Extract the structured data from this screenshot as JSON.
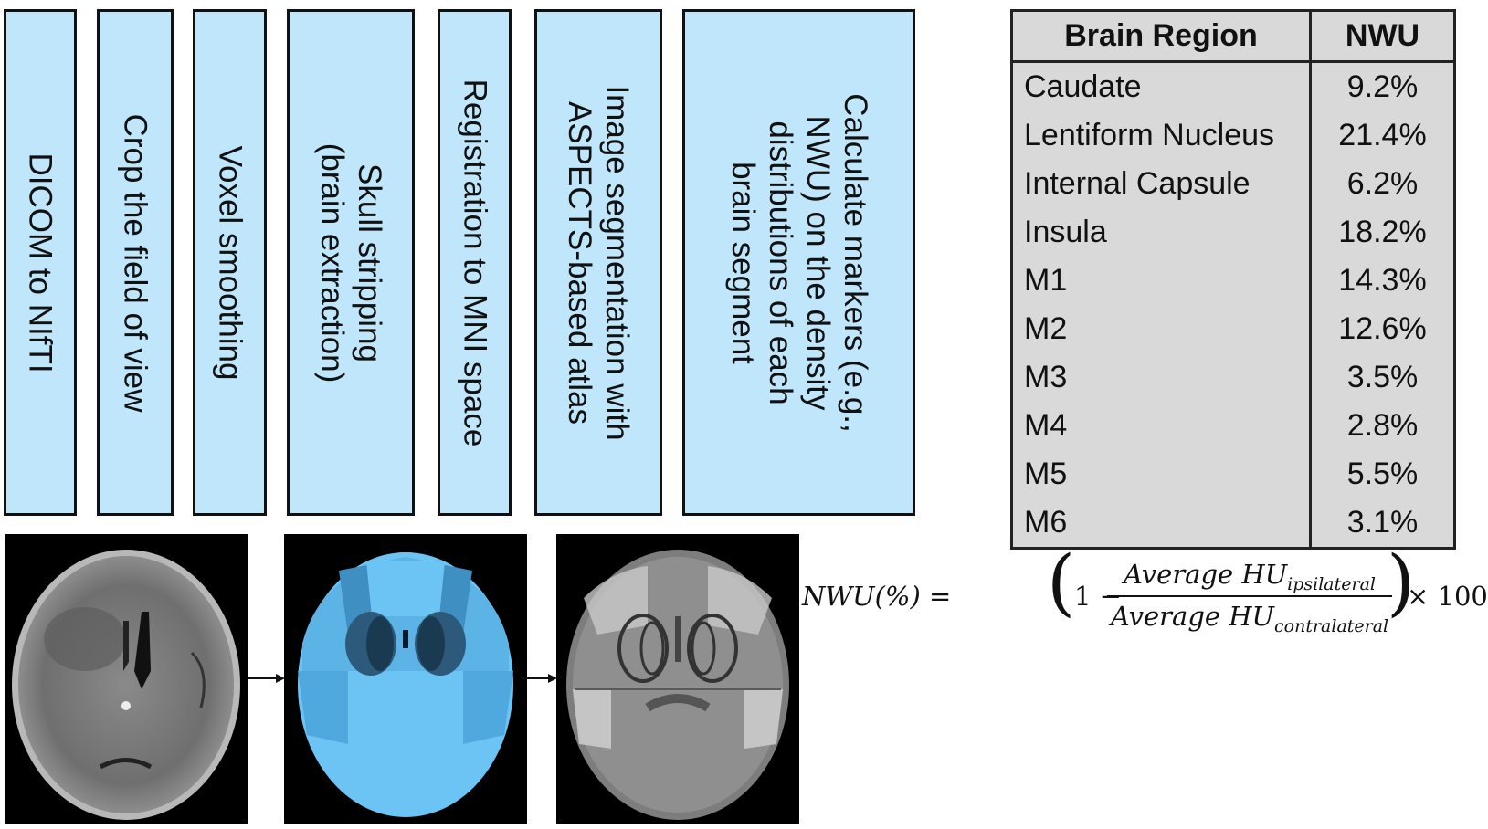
{
  "steps": [
    {
      "lines": [
        "DICOM to NIfTI"
      ]
    },
    {
      "lines": [
        "Crop the field of view"
      ]
    },
    {
      "lines": [
        "Voxel smoothing"
      ]
    },
    {
      "lines": [
        "Skull stripping",
        "(brain extraction)"
      ]
    },
    {
      "lines": [
        "Registration to MNI space"
      ]
    },
    {
      "lines": [
        "Image segmentation with",
        "ASPECTS-based atlas"
      ]
    },
    {
      "lines": [
        "Calculate markers (e.g.,",
        "NWU) on the density",
        "distributions of each",
        "brain segment"
      ]
    }
  ],
  "table": {
    "headers": [
      "Brain Region",
      "NWU"
    ],
    "rows": [
      [
        "Caudate",
        "9.2%"
      ],
      [
        "Lentiform Nucleus",
        "21.4%"
      ],
      [
        "Internal Capsule",
        "6.2%"
      ],
      [
        "Insula",
        "18.2%"
      ],
      [
        "M1",
        "14.3%"
      ],
      [
        "M2",
        "12.6%"
      ],
      [
        "M3",
        "3.5%"
      ],
      [
        "M4",
        "2.8%"
      ],
      [
        "M5",
        "5.5%"
      ],
      [
        "M6",
        "3.1%"
      ]
    ]
  },
  "formula": {
    "lhs": "NWU(%) =",
    "one_minus": "1 −",
    "numerator": "Average HU",
    "numerator_sub": "ipsilateral",
    "denominator": "Average HU",
    "denominator_sub": "contralateral",
    "times": "× 100"
  },
  "colors": {
    "step_fill": "#bfe6fa",
    "table_fill": "#d9d9d9",
    "mask_fill": "#6cc4f4"
  }
}
